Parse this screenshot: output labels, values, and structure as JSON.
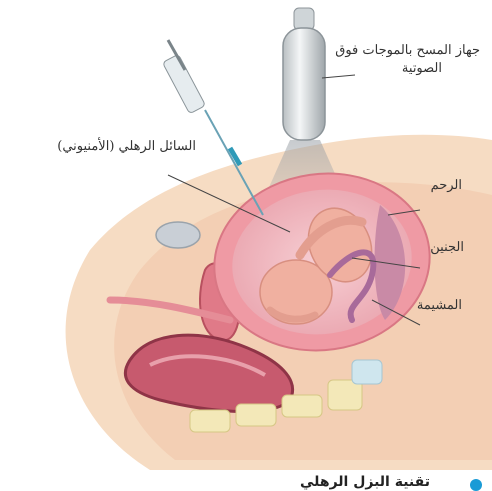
{
  "labels": {
    "probe": [
      "جهاز المسح بالموجات فوق",
      "الصوتية"
    ],
    "amniotic_fluid": "السائل الرهلي (الأمنيوني)",
    "uterus": "الرحم",
    "fetus": "الجنين",
    "placenta": "المشيمة"
  },
  "caption": "تقنية البزل الرهلي",
  "colors": {
    "skin": "#f6dcc3",
    "uterus_wall": "#ef9aa4",
    "amniotic_fluid": "#f2b8c0",
    "fetus": "#f0b0a0",
    "cord": "#a86a9a",
    "bowel": "#c75a6e",
    "bone": "#f3e8b8",
    "probe": "#d8dcde",
    "bullet": "#1a9bd6"
  }
}
